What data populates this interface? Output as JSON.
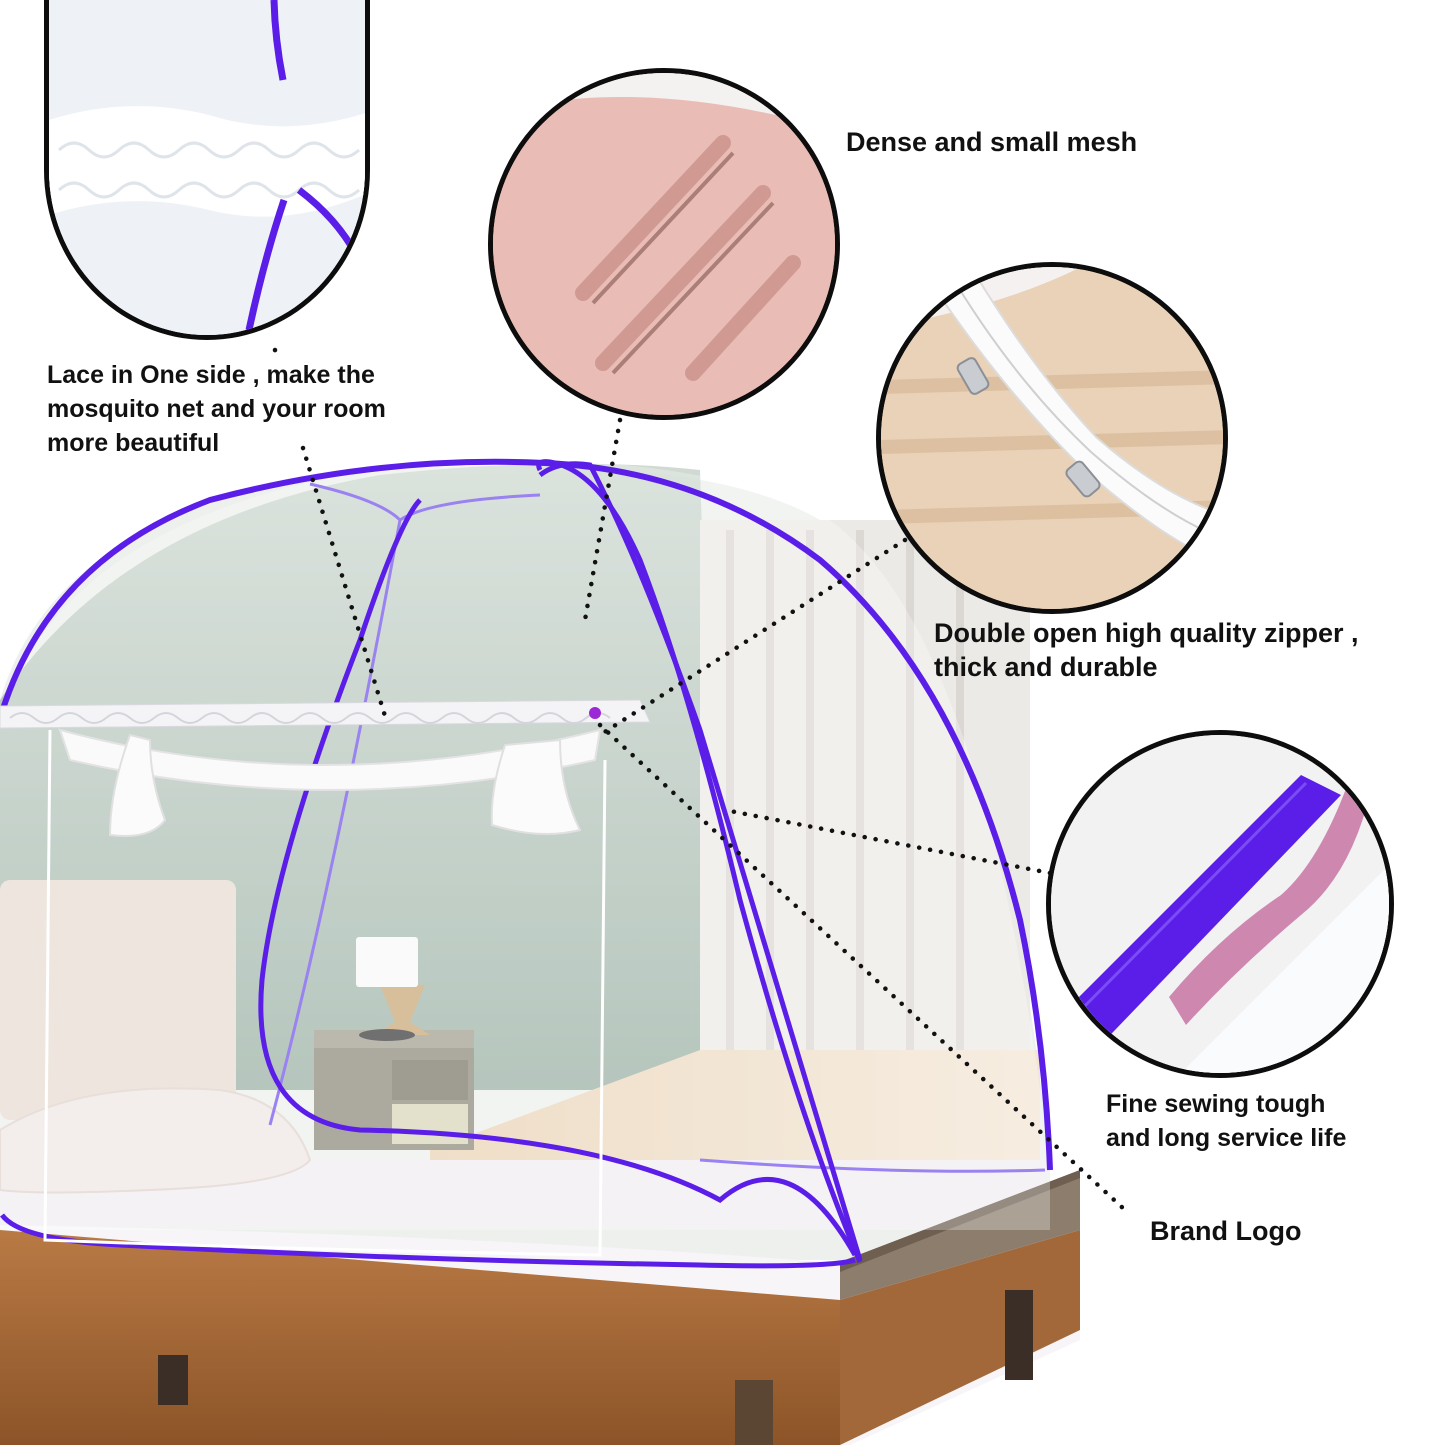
{
  "product": {
    "name": "Pop-up mosquito net tent",
    "accent_color": "#5a1ee8",
    "frame_color_light": "#9a82f0"
  },
  "callouts": [
    {
      "id": "lace",
      "text_lines": [
        "Lace in One side , make the",
        "mosquito net and your room",
        "more beautiful"
      ]
    },
    {
      "id": "mesh",
      "text_lines": [
        "Dense and small mesh"
      ]
    },
    {
      "id": "zipper",
      "text_lines": [
        "Double open high quality zipper ,",
        "thick and durable"
      ]
    },
    {
      "id": "sewing",
      "text_lines": [
        "Fine sewing tough",
        "and long service life"
      ]
    },
    {
      "id": "logo",
      "text_lines": [
        "Brand Logo"
      ]
    }
  ],
  "detail_circles": [
    {
      "id": "lace-closeup",
      "subject": "white lace trim with purple frame"
    },
    {
      "id": "mesh-closeup",
      "subject": "fine mesh over hand"
    },
    {
      "id": "zipper-closeup",
      "subject": "white double zipper on net"
    },
    {
      "id": "sewing-closeup",
      "subject": "purple frame binding stitched to mesh"
    }
  ]
}
